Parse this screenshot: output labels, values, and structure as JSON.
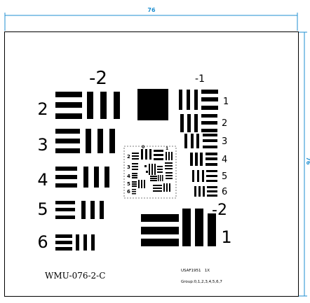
{
  "dimensions": {
    "width_label": "76",
    "height_label": "76",
    "color": "#1f8fd0"
  },
  "target": {
    "part_number": "WMU-076-2-C",
    "standard": "USAF1951   1X",
    "groups_text": "Group:0,1,2,3,4,5,6,7",
    "group_labels": {
      "minus2": "-2",
      "minus1": "-1",
      "minus2_lower": "-2",
      "one_lower": "1"
    },
    "left_elements": [
      "2",
      "3",
      "4",
      "5",
      "6"
    ],
    "right_elements": [
      "1",
      "2",
      "3",
      "4",
      "5",
      "6"
    ],
    "center_left_elements": [
      "2",
      "3",
      "4",
      "5",
      "6"
    ],
    "center_top_labels": [
      "0",
      "1"
    ]
  }
}
